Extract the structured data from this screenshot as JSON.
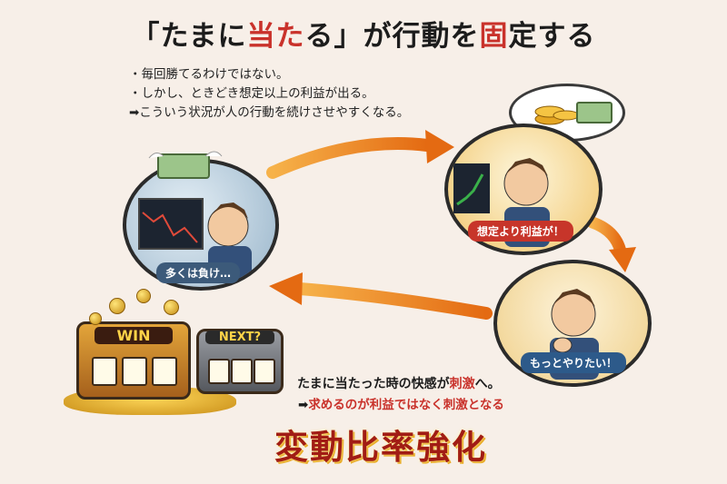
{
  "title": {
    "open_bracket": "「",
    "part1": "たまに",
    "part2": "当た",
    "part3": "る",
    "close_bracket": "」",
    "part4": "が行動を",
    "part5": "固",
    "part6": "定する"
  },
  "bullets": [
    "・毎回勝てるわけではない。",
    "・しかし、ときどき想定以上の利益が出る。",
    "➡こういう状況が人の行動を続けさせやすくなる。"
  ],
  "scenes": {
    "loss_caption": "多くは負け…",
    "win_caption": "想定より利益が！",
    "more_caption": "もっとやりたい！"
  },
  "slots": {
    "left_label": "WIN",
    "right_label": "NEXT?"
  },
  "lower": {
    "line1_pre": "たまに当たった時の快感が",
    "line1_red": "刺激",
    "line1_post": "へ。",
    "line2_arrow": "➡",
    "line2": "求めるのが利益ではなく刺激となる"
  },
  "big_label": "変動比率強化",
  "colors": {
    "accent_red": "#c9322b",
    "arrow_orange": "#f08a1c",
    "background": "#f7efe8"
  }
}
